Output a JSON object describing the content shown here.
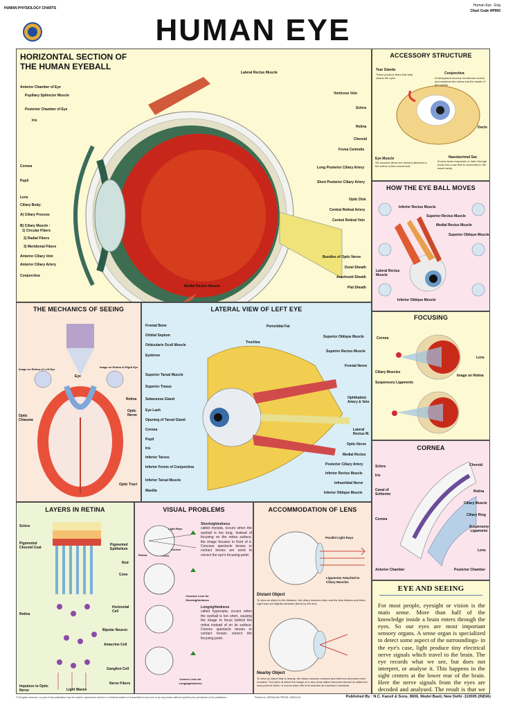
{
  "header": {
    "series": "HUMAN PHYSIOLOGY CHARTS",
    "topic": "Human Eye : Eng",
    "chart_code": "Chart Code HP065",
    "title": "HUMAN EYE"
  },
  "horizontal_section": {
    "title_line1": "HORIZONTAL SECTION OF",
    "title_line2": "THE HUMAN EYEBALL",
    "left_labels": [
      "Anterior Chamber of Eye",
      "Pupillary Sphincter Muscle",
      "Posterior Chamber of Eye",
      "Iris",
      "Cornea",
      "Pupil",
      "Lens",
      "Ciliary Body:",
      "A) Ciliary Process",
      "B) Ciliary Muscle :",
      "1) Circular Fibers",
      "2) Radial Fibers",
      "3) Meridional Fibers",
      "Anterior Ciliary Vein",
      "Anterior Ciliary Artery",
      "Conjunctiva"
    ],
    "right_labels": [
      "Lateral Rectus Muscle",
      "Vorticose Vein",
      "Sclera",
      "Retina",
      "Choroid",
      "Fovea Centralis",
      "Long Posterior Ciliary Artery",
      "Short Posterior Ciliary Artery",
      "Optic Disk",
      "Central Retinal Artery",
      "Central Retinal Vein",
      "Bundles of Optic Nerve",
      "Dural Sheath",
      "Arachnoid Sheath",
      "Pial Sheath"
    ],
    "bottom_label": "Medial Rectus Muscle"
  },
  "accessory": {
    "title": "ACCESSORY STRUCTURE",
    "tear_glands": "Tear Glands",
    "tear_glands_desc": "These produce tears that help cleans the eyes.",
    "conjunctiva": "Conjunctiva",
    "conjunctiva_desc": "A transparent mucous membrane covers and moistens the sclera and the inside of the eyelids.",
    "ducts": "Ducts",
    "eye_muscle": "Eye Muscle",
    "eye_muscle_desc": "Six muscles (three are shown) attached to the sclera control movement.",
    "nasolacrimal": "Nasolacrimal Sac",
    "nasolacrimal_desc": "Excess tears evaporate or drain through ducts into a sac that is connected to the nasal cavity."
  },
  "eyeball_moves": {
    "title": "HOW THE EYE BALL MOVES",
    "labels": [
      "Inferior Rectus Muscle",
      "Superior Rectus Muscle",
      "Medial Rectus Muscle",
      "Superior Oblique Muscle",
      "Lateral Rectus Muscle",
      "Inferior Oblique Muscle"
    ]
  },
  "mechanics": {
    "title": "THE MECHANICS OF SEEING",
    "left_image": "Image on Retina of Left Eye",
    "right_image": "Image on Retina of Right Eye",
    "eye": "Eye",
    "retina": "Retina",
    "optic_nerve": "Optic Nerve",
    "optic_chiasma": "Optic Chiasma",
    "optic_tract": "Optic Tract"
  },
  "lateral": {
    "title": "LATERAL VIEW OF LEFT EYE",
    "left_labels": [
      "Frontal Bone",
      "Orbital Septum",
      "Orbicularis Oculi Muscle",
      "Eyebrow",
      "Superior Tarsal Muscle",
      "Superior Trasus",
      "Sebaceous Gland",
      "Eye Lash",
      "Opening of Tarsal Gland",
      "Cornea",
      "Pupil",
      "Iris",
      "Inferior Tarsus",
      "Inferior Fornix of Conjunctiva",
      "Inferior Tarsal Muscle",
      "Maxilla"
    ],
    "right_labels": [
      "Periorbital Fat",
      "Trochlea",
      "Superior Oblique Muscle",
      "Superior Rectus Muscle",
      "Frontal Nerve",
      "Ophthalmic Artery & Vein",
      "Lateral Rectus M.",
      "Optic Nerve",
      "Medial Rectus",
      "Posterior Ciliary Artery",
      "Inferior Rectus Muscle",
      "Infraorbital Nerve",
      "Inferior Oblique Muscle"
    ]
  },
  "focusing": {
    "title": "FOCUSING",
    "cornea": "Cornea",
    "lens": "Lens",
    "ciliary_muscles": "Ciliary Muscles",
    "suspensory": "Suspensory Ligaments",
    "image_on_retina": "Image on Retina"
  },
  "cornea": {
    "title": "CORNEA",
    "left_labels": [
      "Sclera",
      "Iris",
      "Canal of Schlemm",
      "Cornea",
      "Anterior Chamber"
    ],
    "right_labels": [
      "Choroid",
      "Retina",
      "Ciliary Muscle",
      "Ciliary Ring",
      "Suspensory Ligaments",
      "Lens",
      "Posterior Chamber"
    ]
  },
  "retina_layers": {
    "title": "LAYERS IN RETINA",
    "left_labels": [
      "Sclera",
      "Pigmented Choroid Coat",
      "Retina",
      "Impulses to Optic Nerve"
    ],
    "right_labels": [
      "Pigmented Epithelium",
      "Rod",
      "Cone",
      "Horizontal Cell",
      "Bipolar Neuron",
      "Amacrine Cell",
      "Ganglion Cell",
      "Nerve Fibers"
    ],
    "light_waves": "Light Waves"
  },
  "visual_problems": {
    "title": "VISUAL PROBLEMS",
    "light_rays": "Light Rays",
    "retina": "Retina",
    "lens": "Lens",
    "cornea": "Cornea",
    "short_title": "Shortsightedness",
    "short_text": "called myopia, occurs when the eyeball is too long. Instead of focusing on the retina surface, the image focuses in front of it. Concave spectacle lenses or contact lenses are used to correct the eye's focusing point.",
    "concave": "Concave Lens for Shortsightedness",
    "long_title": "Longsightedness",
    "long_text": "called hyperopia, occurs when the eyeball is too short, causing the image to focus behind the retina instead of on its surface. Convex spectacle lenses or contact lenses correct the focusing point.",
    "convex": "Convex Lens for Longsightedness"
  },
  "accommodation": {
    "title": "ACCOMMODATION OF LENS",
    "parallel": "Parallel Light Rays",
    "ligaments": "Ligaments Attached to Ciliary Muscles",
    "distant": "Distant Object",
    "distant_text": "To view an object in the distance, the ciliary muscles relax and the lens flattens and thins. Light rays are slightly refracted (bent) by the lens.",
    "nearby": "Nearby Object",
    "nearby_text": "To view an object that is nearby, the ciliary muscles contract and that lens becomes more rounded. The point at which the image of a very close object becomes blurred is called the near point of vision. It occurs when the lens reaches its maximum curvature."
  },
  "eye_seeing": {
    "title": "EYE AND SEEING",
    "text": "For most people, eyesight or vision is the main sense. More than half of the knowledge inside a brain enters through the eyes. So our eyes are most important sensory organs. A sense organ is specialized to detect some aspect of the surroundings- in the eye's case, light produce tiny electrical nerve signals which travel to the brain. The eye records what we see, but does not interpret, or analyse it. This happens in the sight centers at the lower rear of the brain. Here the nerve signals from the eyes are decoded and analysed. The result is that we see the outside world in our mind."
  },
  "footer": {
    "rights": "© All rights reserved, no part of this publication may be copied, reproduced, stored in a retrieval system or transmitted in any form or by any means without specific prior permission of the publishers.",
    "printed": "Printed at: JAPRALAM PRESS, NOIDA-09",
    "publisher": "Published By : N.C. Kansil & Sons, 8606, Model Basti, New Delhi -110005 (INDIA)"
  }
}
